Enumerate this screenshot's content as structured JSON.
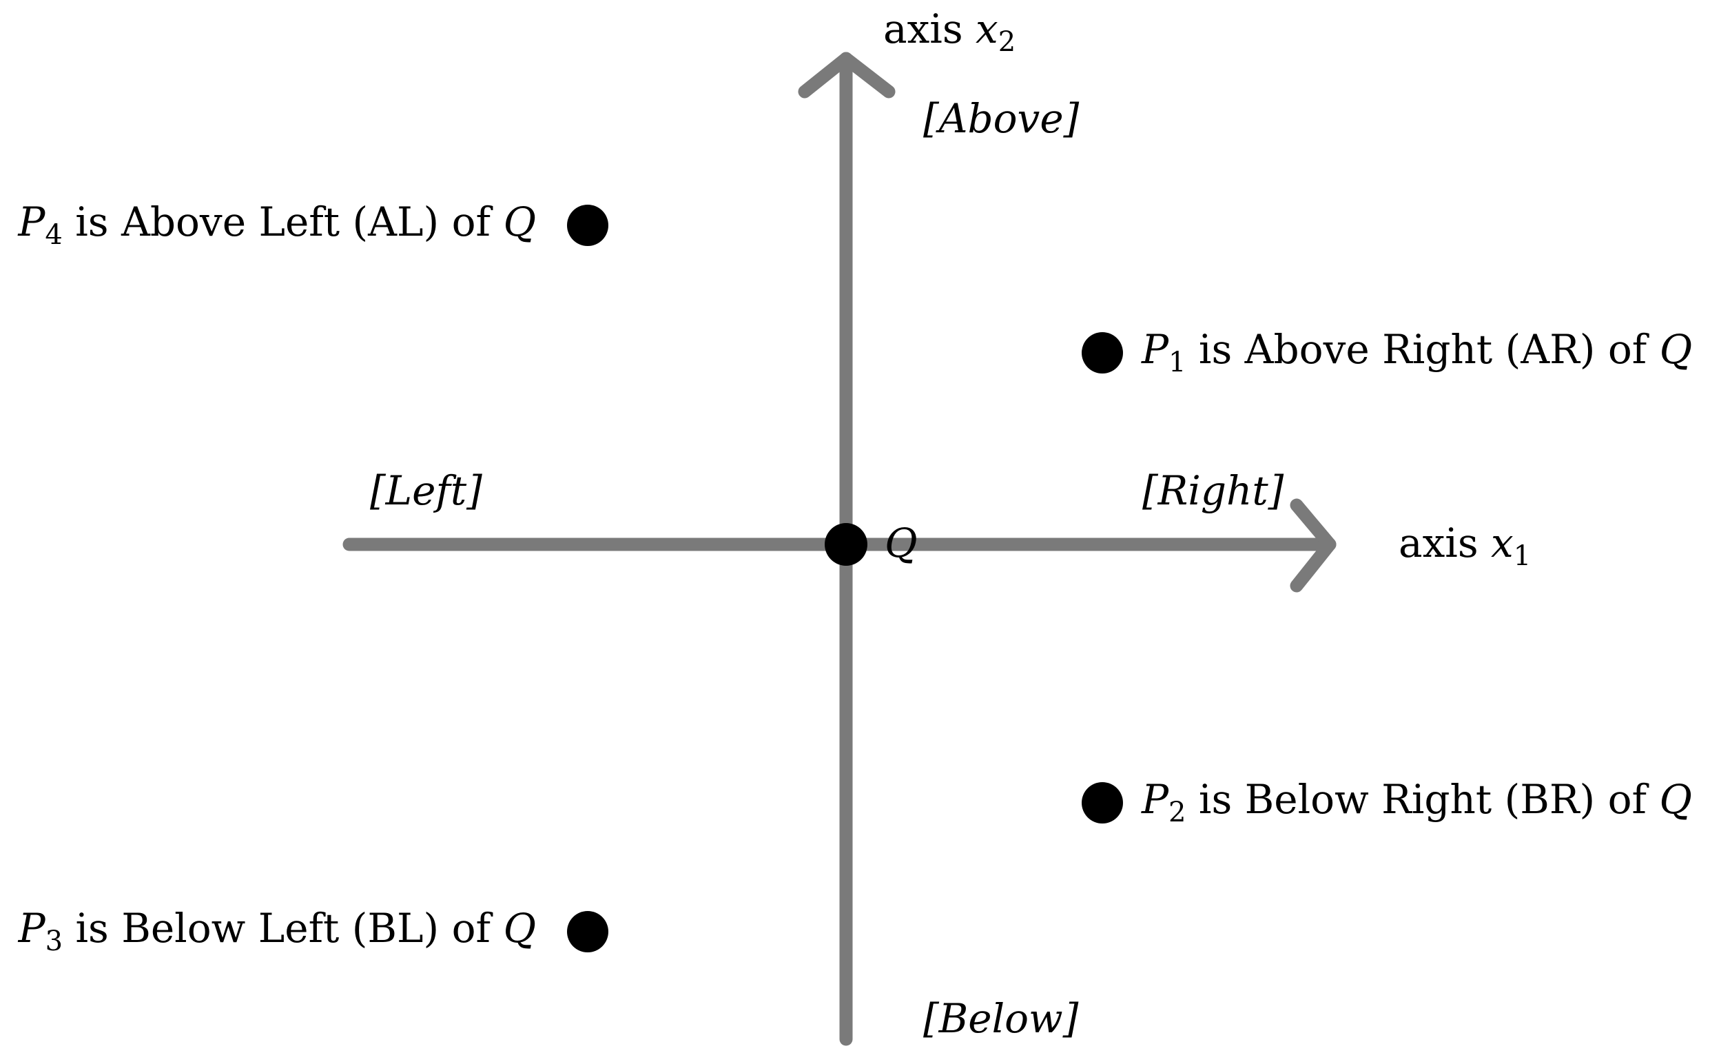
{
  "diagram": {
    "axes": {
      "x_label_prefix": "axis ",
      "x_label_var": "x",
      "x_label_sub": "1",
      "y_label_prefix": "axis ",
      "y_label_var": "x",
      "y_label_sub": "2"
    },
    "directions": {
      "above": "[Above]",
      "below": "[Below]",
      "left": "[Left]",
      "right": "[Right]"
    },
    "origin_label": "Q",
    "points": {
      "p1": {
        "var": "P",
        "sub": "1",
        "text": " is Above Right (AR) of ",
        "ref": "Q"
      },
      "p2": {
        "var": "P",
        "sub": "2",
        "text": " is Below Right (BR) of ",
        "ref": "Q"
      },
      "p3": {
        "var": "P",
        "sub": "3",
        "text": " is Below Left (BL) of ",
        "ref": "Q"
      },
      "p4": {
        "var": "P",
        "sub": "4",
        "text": " is Above Left (AL) of ",
        "ref": "Q"
      }
    },
    "colors": {
      "axis": "#7a7a7a",
      "point": "#000000"
    }
  }
}
